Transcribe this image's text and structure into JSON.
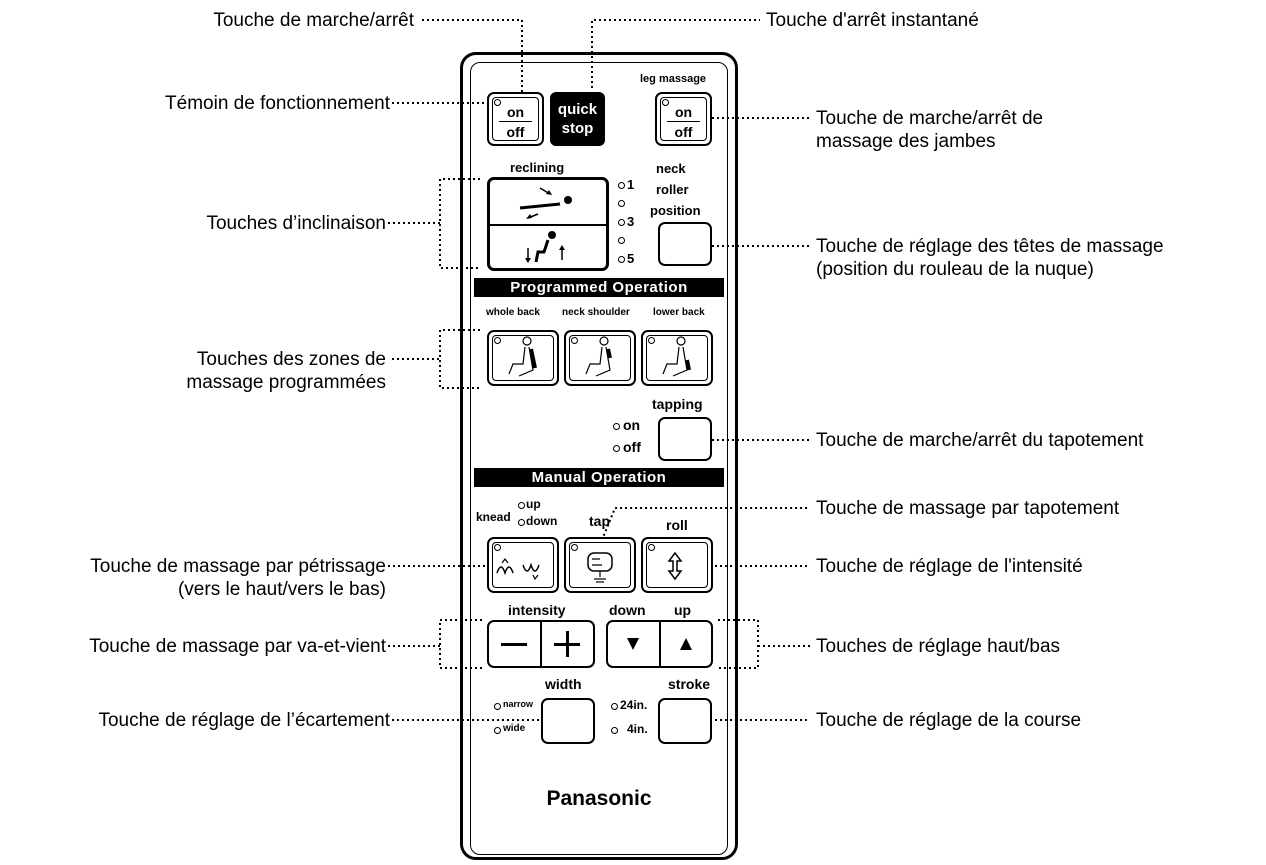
{
  "callouts": {
    "power": "Touche de marche/arrêt",
    "quick_stop": "Touche d'arrêt instantané",
    "indicator": "Témoin de fonctionnement",
    "leg_1": "Touche de marche/arrêt de",
    "leg_2": "massage des jambes",
    "reclining": "Touches d’inclinaison",
    "neck_1": "Touche de réglage des têtes de massage",
    "neck_2": "(position du rouleau de la nuque)",
    "programs_1": "Touches des zones de",
    "programs_2": "massage programmées",
    "tapping_onoff": "Touche de marche/arrêt du tapotement",
    "tap_massage": "Touche de massage par tapotement",
    "knead_1": "Touche de massage par pétrissage",
    "knead_2": "(vers le haut/vers le bas)",
    "intensity_adj": "Touche de réglage de l'intensité",
    "roll": "Touche de massage par va-et-vient",
    "updown": "Touches de réglage haut/bas",
    "width": "Touche de réglage de l’écartement",
    "stroke": "Touche de réglage de la course"
  },
  "remote": {
    "on": "on",
    "off": "off",
    "quick": "quick",
    "stop": "stop",
    "leg_massage": "leg massage",
    "reclining": "reclining",
    "levels": [
      "1",
      "3",
      "5"
    ],
    "neck": "neck",
    "roller": "roller",
    "position": "position",
    "programmed": "Programmed  Operation",
    "whole_back": "whole back",
    "neck_shoulder": "neck shoulder",
    "lower_back": "lower back",
    "tapping": "tapping",
    "manual": "Manual  Operation",
    "knead": "knead",
    "up": "up",
    "down": "down",
    "tap": "tap",
    "roll": "roll",
    "intensity": "intensity",
    "width": "width",
    "narrow": "narrow",
    "wide": "wide",
    "stroke": "stroke",
    "s24": "24in.",
    "s4": "4in.",
    "brand": "Panasonic"
  }
}
